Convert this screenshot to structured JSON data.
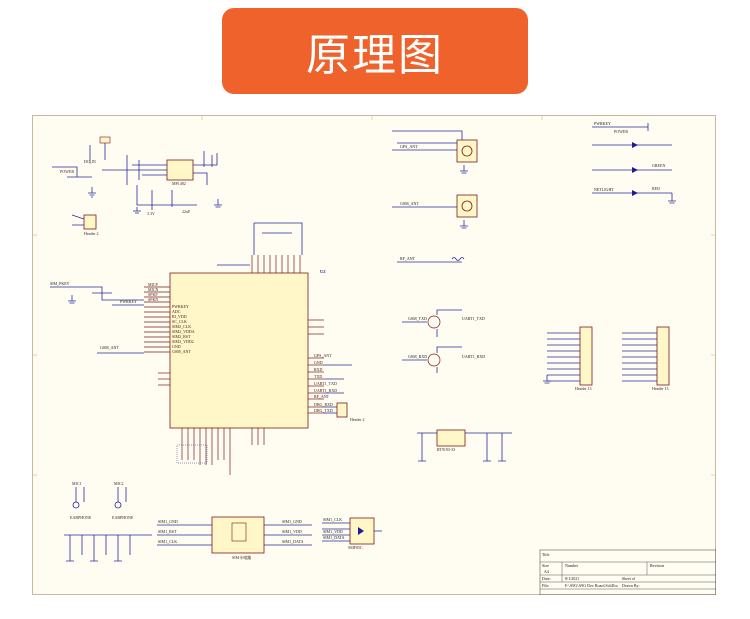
{
  "banner": {
    "title": "原理图",
    "color": "#f0622b"
  },
  "colors": {
    "sheet_bg": "#fffdf1",
    "chip_fill": "#fff7c8",
    "wire": "#2a2aa0",
    "pin": "#7a1a1a"
  },
  "main_chip": {
    "ref": "U2",
    "left_pins": [
      "MICP",
      "MICN",
      "SPKP",
      "SPKN",
      "PWRKEY",
      "ADC",
      "RI_VDD",
      "SC_CLK",
      "SIM2_CLK",
      "SIM2_VDDA",
      "SIM2_RST",
      "SIM2_VDD2",
      "GND",
      "GSM_ANT"
    ],
    "right_pins": [
      "GPS_ANT",
      "GND",
      "RXD",
      "TXD",
      "UART1_TXD",
      "UART1_RXD",
      "RF_ANT",
      "DBG_RXD",
      "DBG_TXD"
    ]
  },
  "nets": {
    "gps_ant": "GPS_ANT",
    "gsm_ant": "GSM_ANT",
    "rf_ant": "RF_ANT",
    "pwrkey": "PWRKEY",
    "sim_pwst": "SIM_PKEY",
    "uart1_txd": "UART1_TXD",
    "uart1_rxd": "UART1_RXD",
    "gsm_rxd": "GSM_RXD",
    "gsm_txd": "GSM_TXD",
    "sim_gnd": "SIM1_GND",
    "sim_rst": "SIM1_RST",
    "sim_clk": "SIM1_CLK",
    "sim_vdd": "SIM1_VDD",
    "sim_data": "SIM1_DATA",
    "netlight": "NETLIGHT",
    "power": "POWER"
  },
  "parts": {
    "regulator": "MP1482",
    "ldo": "RT9193-33",
    "header1": "Header 2",
    "header2": "Header 13",
    "header3": "Header 13",
    "header4": "Header 2",
    "sim_card": "SIM卡电路",
    "esd": "SMF05C",
    "mic1": "MIC1",
    "mic2": "MIC2",
    "mic_part": "EARPHONE",
    "led1": "GREEN",
    "led2": "RED"
  },
  "title_block": {
    "title": "Title",
    "size_label": "Size",
    "size": "A4",
    "number_label": "Number",
    "revision_label": "Revision",
    "date_label": "Date:",
    "date": "8/1/2021",
    "sheet_label": "Sheet   of",
    "file_label": "File:",
    "file": "F:\\A9G\\A9G Dev Board.SchDoc",
    "drawn_label": "Drawn By:"
  }
}
